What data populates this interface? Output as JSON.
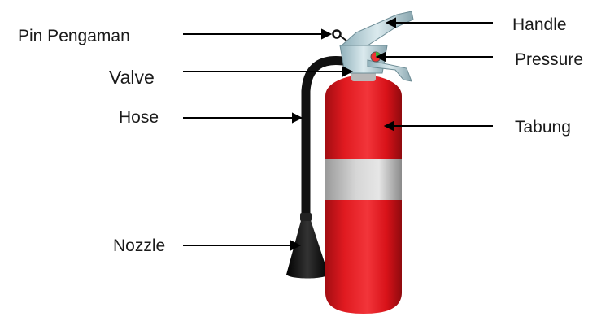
{
  "labels": {
    "pin": "Pin Pengaman",
    "valve": "Valve",
    "hose": "Hose",
    "nozzle": "Nozzle",
    "handle": "Handle",
    "pressure": "Pressure",
    "tabung": "Tabung"
  },
  "colors": {
    "cylinder": "#e0141c",
    "cylinder_shadow": "#9c0b10",
    "band": "#c9c9c9",
    "hose": "#111111",
    "handle": "#b9d4dc",
    "gauge_green": "#3cb33c",
    "arrow": "#000000"
  }
}
